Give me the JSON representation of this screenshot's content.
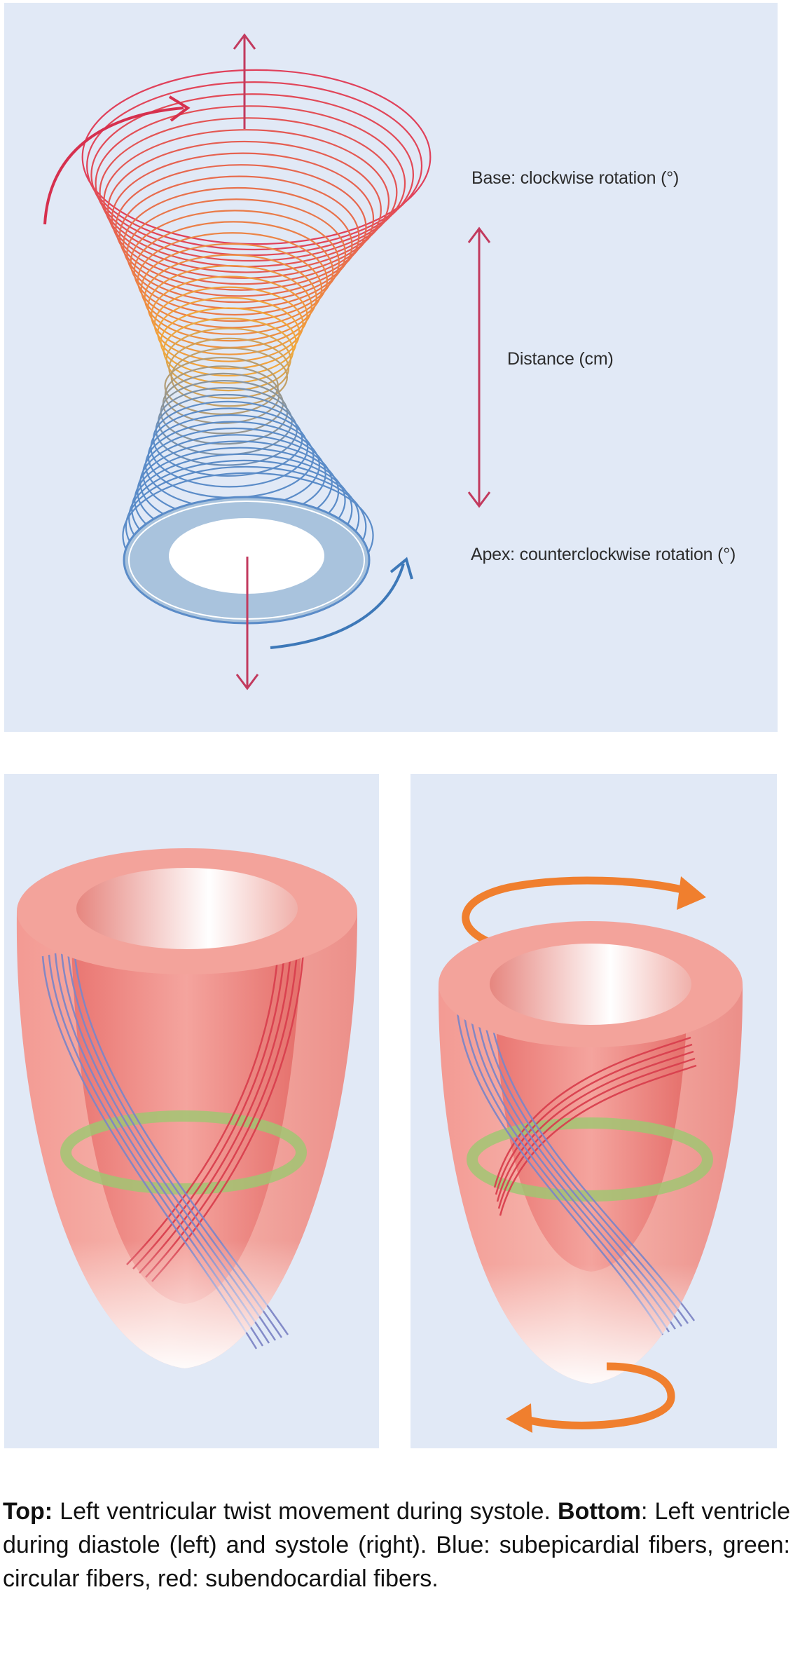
{
  "labels": {
    "base": "Base: clockwise rotation (°)",
    "distance": "Distance (cm)",
    "apex": "Apex: counterclockwise rotation (°)"
  },
  "caption": {
    "part1_bold": "Top:",
    "part1_text": " Left ventricular twist movement during systole. ",
    "part2_bold": "Bottom",
    "part2_text": ": Left ventricle during diastole (left) and systole (right). Blue: subepicardial fibers, green: circular fibers, red: subendocardial fibers."
  },
  "colors": {
    "panel_background": "#e1e9f6",
    "base_rings": "#e0405a",
    "mid_rings": "#f2a93a",
    "apex_rings": "#5b8cc8",
    "apex_disc": "#a9c3dd",
    "axis_arrow": "#c23a5e",
    "rotation_arrow_base": "#d6304e",
    "rotation_arrow_apex": "#3d78b8",
    "myocardium": "#f0a09a",
    "subepicardial_fibers": "#7f86c6",
    "circular_fibers": "#9cc870",
    "subendocardial_fibers": "#d9404e",
    "systole_rotation_arrows": "#f07f2e"
  },
  "icons": {
    "axis_up": "arrow-up-icon",
    "axis_down": "arrow-down-icon",
    "distance": "double-arrow-icon",
    "base_rotation": "curved-arrow-clockwise-icon",
    "apex_rotation": "curved-arrow-counterclockwise-icon"
  }
}
